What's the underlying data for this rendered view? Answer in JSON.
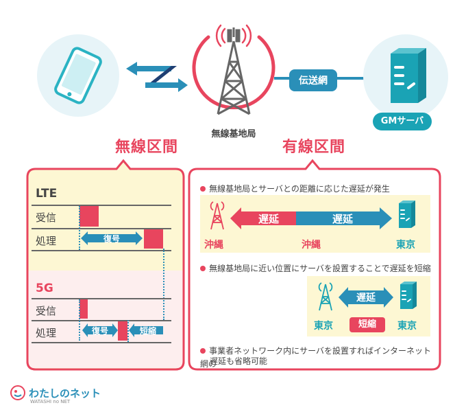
{
  "top": {
    "tower_label": "無線基地局",
    "network_label": "伝送網",
    "server_label": "GMサーバ"
  },
  "headings": {
    "wireless": "無線区間",
    "wired": "有線区間"
  },
  "left_panel": {
    "lte": {
      "title": "LTE",
      "row_receive": "受信",
      "row_process": "処理",
      "decode": "復号"
    },
    "g5": {
      "title": "5G",
      "row_receive": "受信",
      "row_process": "処理",
      "decode": "復号",
      "compress": "短縮"
    }
  },
  "right_panel": {
    "bullet1": "無線基地局とサーバとの距離に応じた遅延が発生",
    "delay_label": "遅延",
    "okinawa": "沖縄",
    "tokyo": "東京",
    "bullet2": "無線基地局に近い位置にサーバを設置することで遅延を短縮",
    "short_label": "短縮",
    "bullet3_line1": "事業者ネットワーク内にサーバを設置すればインターネット網の",
    "bullet3_line2": "遅延も省略可能"
  },
  "logo": {
    "brand": "わたしのネット",
    "sub": "WATASHI no NET"
  },
  "colors": {
    "red": "#e8455e",
    "blue": "#2a8fb8",
    "teal": "#1aa3b5",
    "cream": "#fdf7d3",
    "pink": "#fdeeee"
  }
}
